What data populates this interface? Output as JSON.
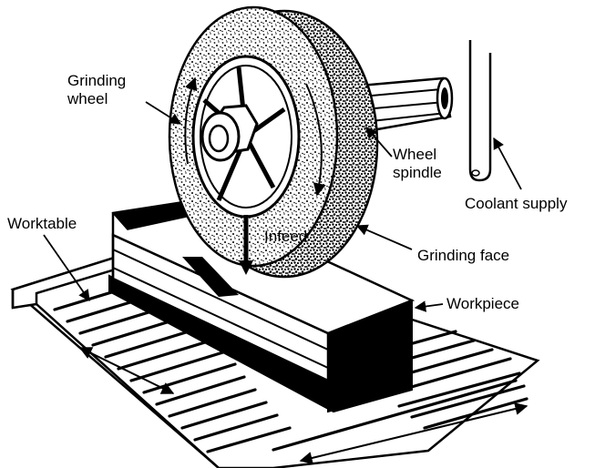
{
  "labels": {
    "grinding_wheel": [
      "Grinding",
      "wheel"
    ],
    "wheel_spindle": [
      "Wheel",
      "spindle"
    ],
    "coolant_supply": "Coolant supply",
    "infeed": "Infeed",
    "grinding_face": "Grinding face",
    "worktable": "Worktable",
    "workpiece": "Workpiece"
  }
}
